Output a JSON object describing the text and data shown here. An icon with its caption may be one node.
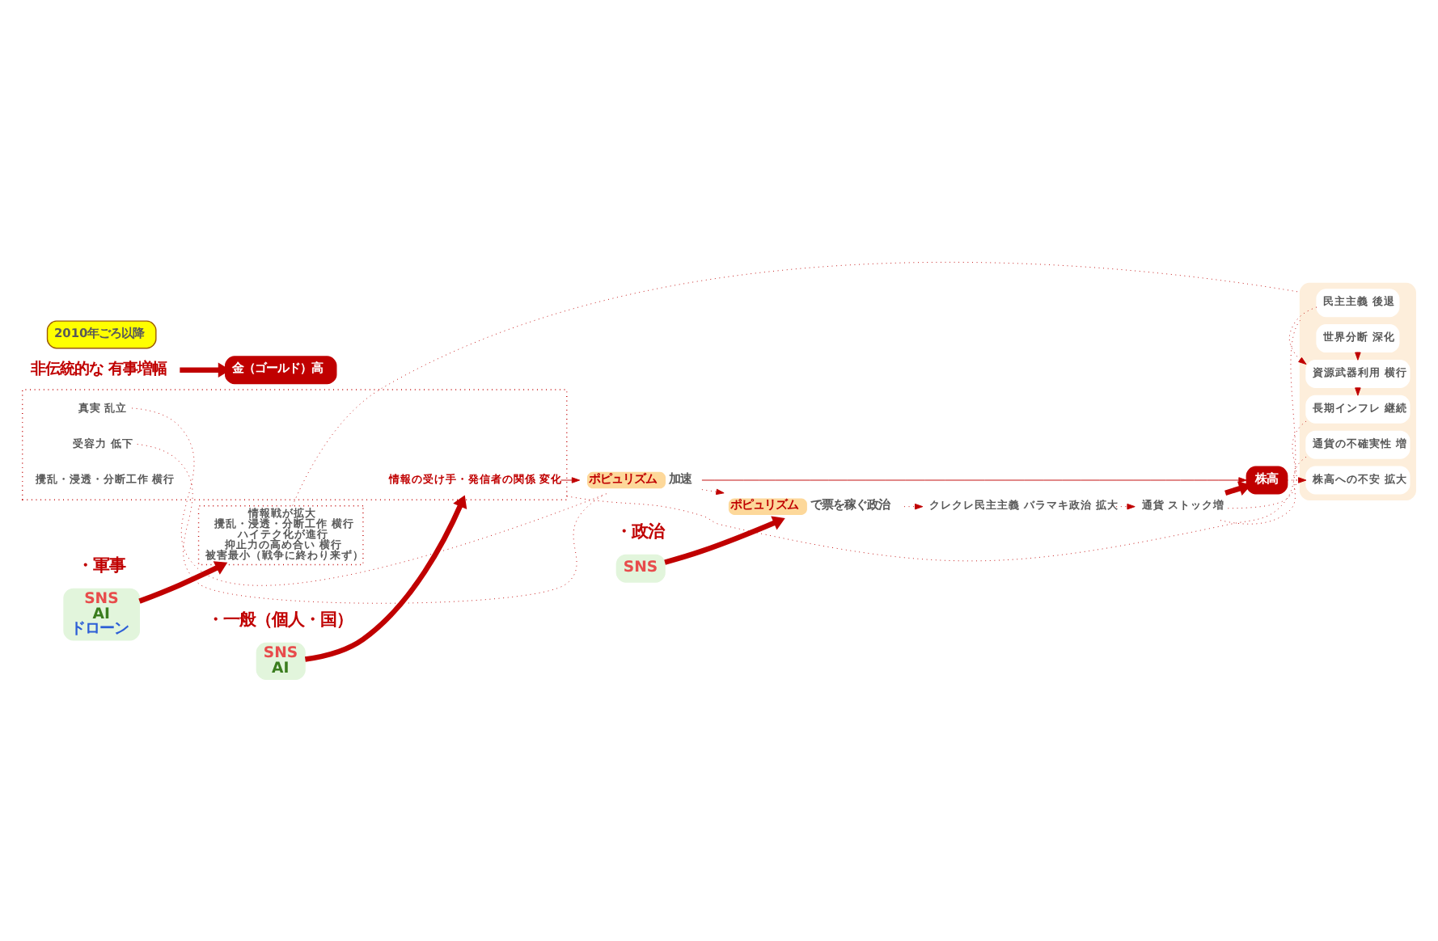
{
  "diagram": {
    "nodes": [
      {
        "text": [
          "SNS",
          "AI",
          "ドローン"
        ]
      },
      {
        "text": [
          "情報戦が拡大",
          "攪乱・浸透・分断工作 横行",
          "ハイテク化が進行",
          "抑止力の高め合い 横行",
          "被害最小（戦争に終わり来ず）"
        ]
      },
      {
        "text": [
          "SNS",
          "AI"
        ]
      },
      {
        "text": [],
        "shape": "bracket"
      },
      {
        "text": [
          "情報の受け手・発信者の関係 変化"
        ],
        "in": 3
      },
      {
        "text": [
          "真実 乱立"
        ],
        "in": 3
      },
      {
        "text": [
          "受容力 低下"
        ],
        "in": 3
      },
      {
        "text": [
          "攪乱・浸透・分断工作 横行"
        ],
        "in": 3
      },
      {
        "text": [
          "ポピュリズム"
        ],
        "beside": [
          "加速"
        ]
      },
      {
        "text": [
          "SNS"
        ]
      },
      {
        "text": [
          "ポピュリズム"
        ],
        "beside": [
          "で票を稼ぐ政治"
        ]
      },
      {
        "text": [
          "クレクレ民主主義 バラマキ政治 拡大"
        ]
      },
      {
        "text": [
          "通貨 ストック増"
        ]
      },
      {
        "text": [
          "株高"
        ]
      },
      {
        "text": [
          "金（ゴールド）高"
        ]
      },
      {
        "text": [
          "非伝統的な 有事増幅"
        ]
      },
      {
        "text": [],
        "shape": "box"
      },
      {
        "text": [
          "民主主義 後退"
        ],
        "in": 16
      },
      {
        "text": [
          "世界分断 深化"
        ],
        "in": 16
      },
      {
        "text": [
          "資源武器利用 横行"
        ],
        "in": 16
      },
      {
        "text": [
          "長期インフレ 継続"
        ],
        "in": 16
      },
      {
        "text": [
          "通貨の不確実性 増"
        ],
        "in": 16
      },
      {
        "text": [
          "株高への不安 拡大"
        ],
        "in": 16
      },
      {
        "text": [
          "2010年ごろ以降"
        ]
      }
    ],
    "edges": [
      {
        "from": 0,
        "to": 1,
        "arrow": "to",
        "style": "thick"
      },
      {
        "from": 2,
        "to": 3,
        "arrow": "to",
        "style": "thick"
      },
      {
        "from": 4,
        "to": 8,
        "arrow": "to"
      },
      {
        "from": 5,
        "to": 8,
        "arrow": "none",
        "style": "dashed"
      },
      {
        "from": 6,
        "to": 8,
        "arrow": "none",
        "style": "dashed"
      },
      {
        "from": 8,
        "to": 10,
        "arrow": "to",
        "style": "dashed"
      },
      {
        "from": 8,
        "to": 13,
        "arrow": "to"
      },
      {
        "from": 9,
        "to": 10,
        "arrow": "to",
        "style": "thick"
      },
      {
        "from": 10,
        "to": 11,
        "arrow": "to",
        "style": "dashed"
      },
      {
        "from": 11,
        "to": 12,
        "arrow": "to",
        "style": "dashed"
      },
      {
        "from": 12,
        "to": 13,
        "arrow": "to",
        "style": "thick"
      },
      {
        "from": 13,
        "to": 22,
        "arrow": "to",
        "style": "dashed"
      },
      {
        "from": 1,
        "to": 16,
        "arrow": "none",
        "style": "dashed"
      },
      {
        "from": 3,
        "to": 16,
        "arrow": "none",
        "style": "dashed"
      },
      {
        "from": 17,
        "to": 19,
        "arrow": "to",
        "style": "dashed"
      },
      {
        "from": 18,
        "to": 19,
        "arrow": "to",
        "style": "dashed"
      },
      {
        "from": 19,
        "to": 20,
        "arrow": "to",
        "style": "dashed"
      },
      {
        "from": 20,
        "to": 12,
        "arrow": "none",
        "style": "dashed"
      },
      {
        "from": 21,
        "to": 12,
        "arrow": "none",
        "style": "dashed"
      },
      {
        "from": 15,
        "to": 14,
        "arrow": "to",
        "style": "thick"
      }
    ],
    "labels": [
      "・軍事",
      "・一般（個人・国）",
      "・政治"
    ]
  }
}
